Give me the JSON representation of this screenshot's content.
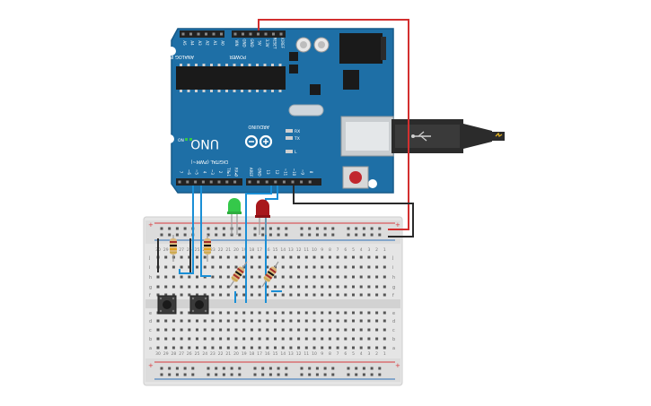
{
  "board": {
    "logo": "UNO",
    "brand": "ARDUINO",
    "analog_label": "ANALOG IN",
    "analog_pins": [
      "A5",
      "A4",
      "A3",
      "A2",
      "A1",
      "A0"
    ],
    "power_label": "POWER",
    "power_pins": [
      "VIN",
      "GND",
      "GND",
      "5V",
      "3.3V",
      "RESET",
      "IOREF"
    ],
    "digital_label": "DIGITAL (PWM~)",
    "digital_pins_left": [
      "RX◂0",
      "TX▸1",
      "2",
      "~3",
      "4",
      "~5",
      "~6",
      "7"
    ],
    "digital_pins_right": [
      "8",
      "~9",
      "~10",
      "~11",
      "12",
      "13",
      "GND",
      "AREF"
    ],
    "led_labels": [
      "RX",
      "TX",
      "L"
    ],
    "on_label": "ON"
  },
  "breadboard": {
    "rows": [
      "a",
      "b",
      "c",
      "d",
      "e",
      "f",
      "g",
      "h",
      "i",
      "j"
    ],
    "column_numbers": [
      "30",
      "29",
      "28",
      "27",
      "26",
      "25",
      "24",
      "23",
      "22",
      "21",
      "20",
      "19",
      "18",
      "17",
      "16",
      "15",
      "14",
      "13",
      "12",
      "11",
      "10",
      "9",
      "8",
      "7",
      "6",
      "5",
      "4",
      "3",
      "2",
      "1"
    ],
    "rail_plus": "+",
    "rail_minus": "−"
  },
  "colors": {
    "board": "#1e6fa6",
    "board_edge": "#175a89",
    "breadboard": "#e6e6e6",
    "rail_red": "#d8383b",
    "rail_blue": "#2c6fb7",
    "wire_red": "#d32f2f",
    "wire_black": "#2a2a2a",
    "wire_blue": "#1a8fd6",
    "led_green": "#35c84a",
    "led_red": "#a8181c",
    "usb_cable": "#2b2b2b"
  },
  "components": {
    "buttons": [
      "pushbutton-1",
      "pushbutton-2"
    ],
    "leds": [
      "green-led",
      "red-led"
    ],
    "resistors": [
      "resistor-1",
      "resistor-2",
      "resistor-3",
      "resistor-4"
    ]
  }
}
